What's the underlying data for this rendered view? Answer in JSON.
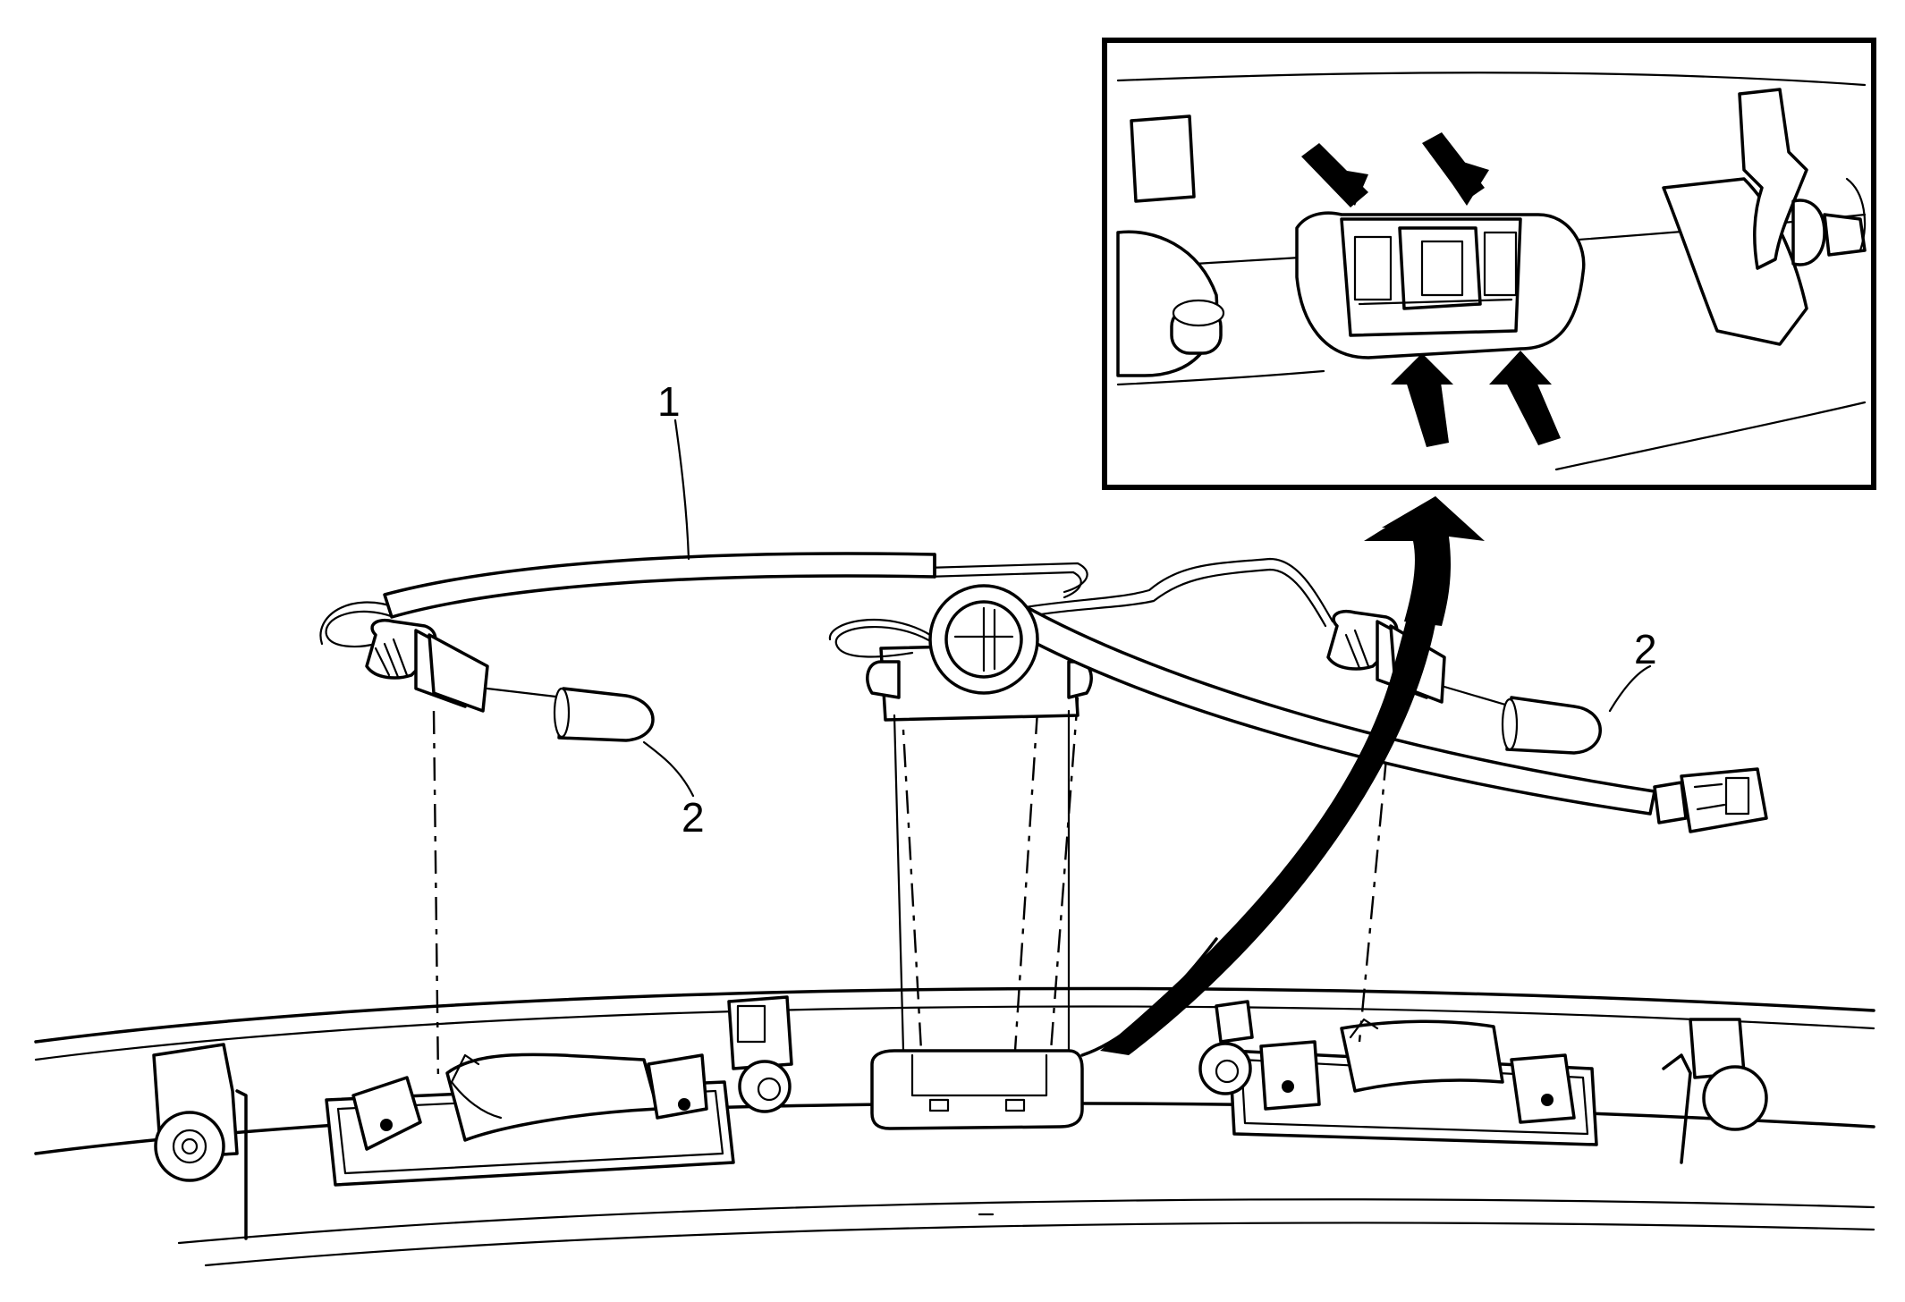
{
  "callouts": {
    "wiring_harness": "1",
    "bulb_left": "2",
    "bulb_right": "2"
  }
}
